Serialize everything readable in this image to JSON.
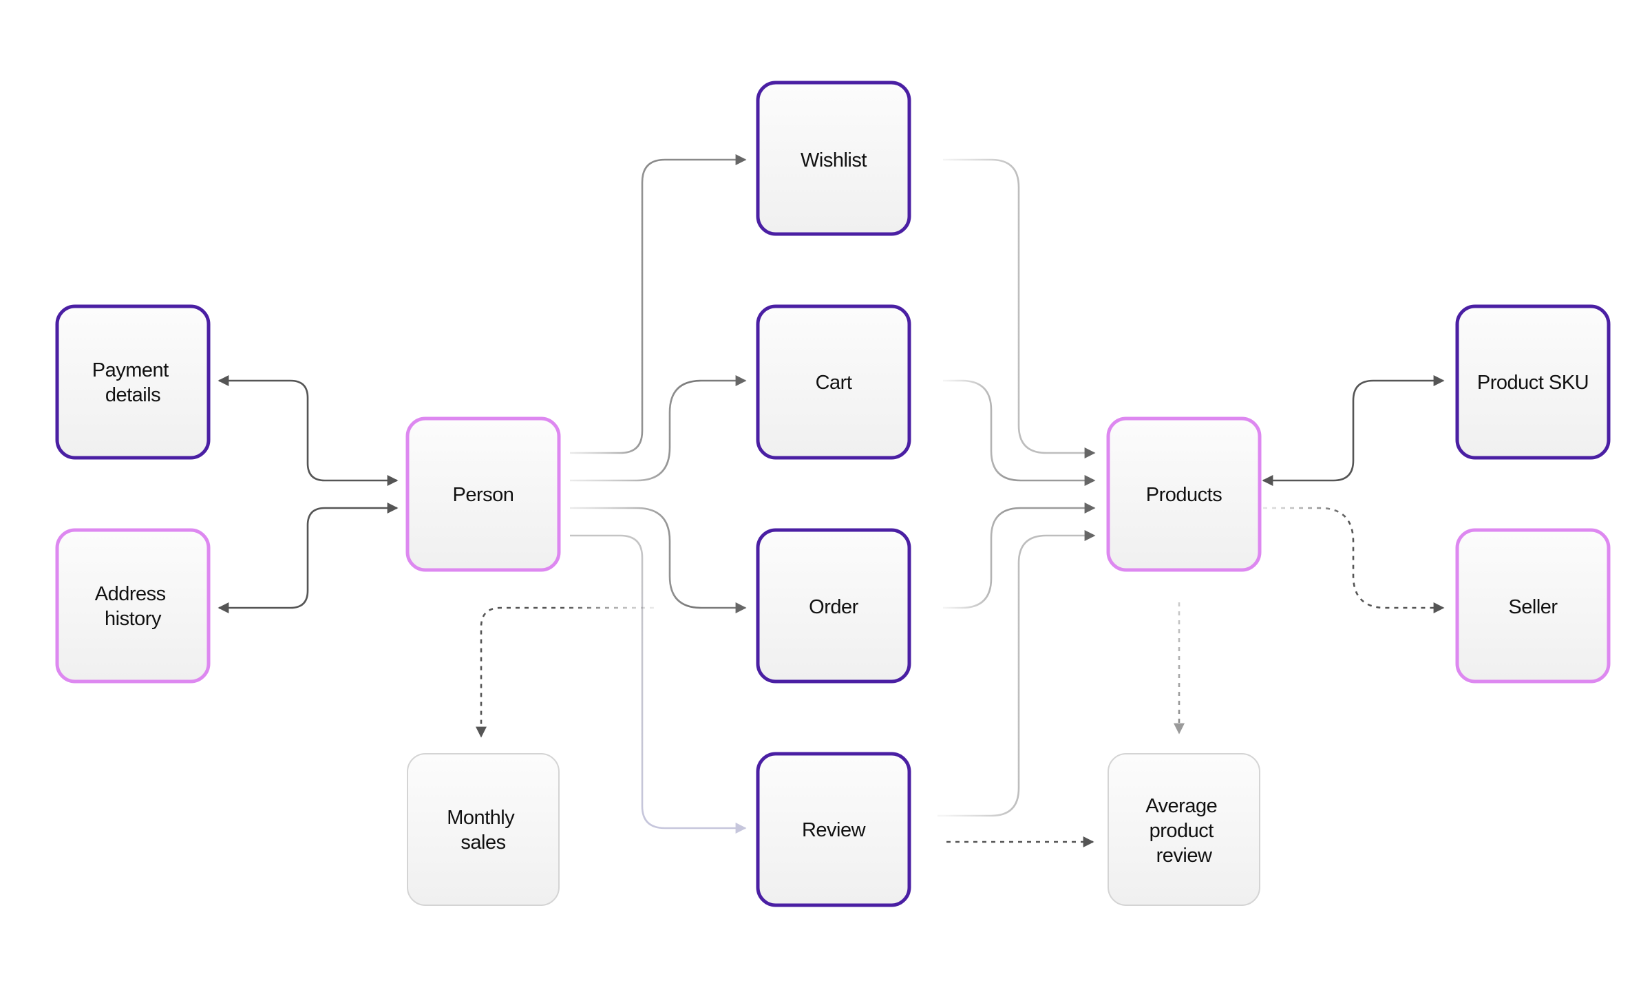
{
  "colors": {
    "entity_border": "#4a1fa3",
    "core_border": "#dd88f0",
    "derived_border": "#d4d4d4",
    "node_fill_top": "#fcfcfc",
    "node_fill_bottom": "#f0f0f0",
    "edge_dark": "#555555",
    "edge_light": "#bdbdbd",
    "edge_faint": "#c6c6dc"
  },
  "nodes": [
    {
      "id": "payment",
      "kind": "entity",
      "label": [
        "Payment",
        "details"
      ]
    },
    {
      "id": "address",
      "kind": "core",
      "label": [
        "Address",
        "history"
      ]
    },
    {
      "id": "person",
      "kind": "core",
      "label": [
        "Person"
      ]
    },
    {
      "id": "monthly",
      "kind": "derived",
      "label": [
        "Monthly",
        "sales"
      ]
    },
    {
      "id": "wishlist",
      "kind": "entity",
      "label": [
        "Wishlist"
      ]
    },
    {
      "id": "cart",
      "kind": "entity",
      "label": [
        "Cart"
      ]
    },
    {
      "id": "order",
      "kind": "entity",
      "label": [
        "Order"
      ]
    },
    {
      "id": "review",
      "kind": "entity",
      "label": [
        "Review"
      ]
    },
    {
      "id": "products",
      "kind": "core",
      "label": [
        "Products"
      ]
    },
    {
      "id": "avgreview",
      "kind": "derived",
      "label": [
        "Average",
        "product",
        "review"
      ]
    },
    {
      "id": "sku",
      "kind": "entity",
      "label": [
        "Product SKU"
      ]
    },
    {
      "id": "seller",
      "kind": "core",
      "label": [
        "Seller"
      ]
    }
  ],
  "edges": [
    {
      "from": "person",
      "to": "payment",
      "style": "solid",
      "direction": "both"
    },
    {
      "from": "person",
      "to": "address",
      "style": "solid",
      "direction": "both"
    },
    {
      "from": "person",
      "to": "wishlist",
      "style": "solid",
      "direction": "forward"
    },
    {
      "from": "person",
      "to": "cart",
      "style": "solid",
      "direction": "forward"
    },
    {
      "from": "person",
      "to": "order",
      "style": "solid",
      "direction": "forward"
    },
    {
      "from": "person",
      "to": "review",
      "style": "solid",
      "direction": "forward"
    },
    {
      "from": "order",
      "to": "monthly",
      "style": "dashed",
      "direction": "forward"
    },
    {
      "from": "wishlist",
      "to": "products",
      "style": "solid",
      "direction": "forward"
    },
    {
      "from": "cart",
      "to": "products",
      "style": "solid",
      "direction": "forward"
    },
    {
      "from": "order",
      "to": "products",
      "style": "solid",
      "direction": "forward"
    },
    {
      "from": "review",
      "to": "products",
      "style": "solid",
      "direction": "forward"
    },
    {
      "from": "review",
      "to": "avgreview",
      "style": "dashed",
      "direction": "forward"
    },
    {
      "from": "products",
      "to": "avgreview",
      "style": "dashed",
      "direction": "forward"
    },
    {
      "from": "products",
      "to": "sku",
      "style": "solid",
      "direction": "both"
    },
    {
      "from": "products",
      "to": "seller",
      "style": "dashed",
      "direction": "forward"
    }
  ]
}
